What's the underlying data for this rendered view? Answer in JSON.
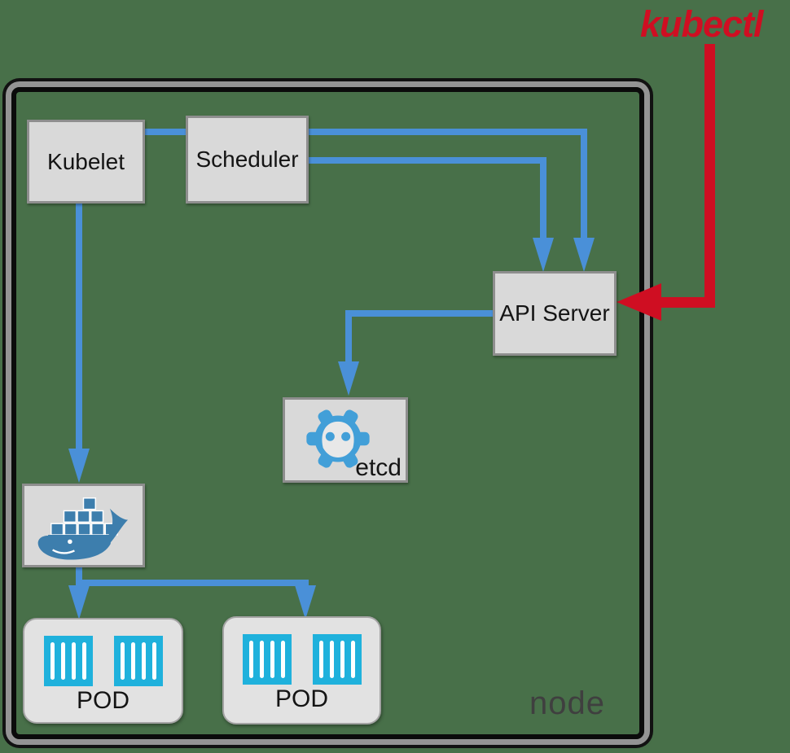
{
  "kubectl": {
    "label": "kubectl"
  },
  "node": {
    "label": "node"
  },
  "components": {
    "kubelet": {
      "label": "Kubelet"
    },
    "scheduler": {
      "label": "Scheduler"
    },
    "api_server": {
      "label": "API Server"
    },
    "etcd": {
      "label": "etcd",
      "icon": "etcd-gear-icon"
    },
    "docker": {
      "icon": "docker-whale-icon"
    },
    "pod_left": {
      "label": "POD",
      "container_count": 2,
      "icon": "container-icon"
    },
    "pod_right": {
      "label": "POD",
      "container_count": 2,
      "icon": "container-icon"
    }
  },
  "connections": [
    {
      "from": "Kubelet",
      "to": "API Server",
      "color": "blue"
    },
    {
      "from": "Scheduler",
      "to": "API Server",
      "color": "blue"
    },
    {
      "from": "API Server",
      "to": "etcd",
      "color": "blue"
    },
    {
      "from": "Kubelet",
      "to": "Docker",
      "color": "blue"
    },
    {
      "from": "Docker",
      "to": "POD (left)",
      "color": "blue"
    },
    {
      "from": "Docker",
      "to": "POD (right)",
      "color": "blue"
    },
    {
      "from": "kubectl",
      "to": "API Server",
      "color": "red"
    }
  ],
  "colors": {
    "background": "#487049",
    "arrow_blue": "#4a90d8",
    "arrow_red": "#cf0e22",
    "box_fill": "#d9d9d9",
    "box_border": "#8e8e8e",
    "pod_fill": "#e2e2e2",
    "container_cyan": "#1fb1dc",
    "docker_blue": "#3d7ead",
    "etcd_blue": "#429fd8",
    "node_text": "#3f3f3f"
  }
}
